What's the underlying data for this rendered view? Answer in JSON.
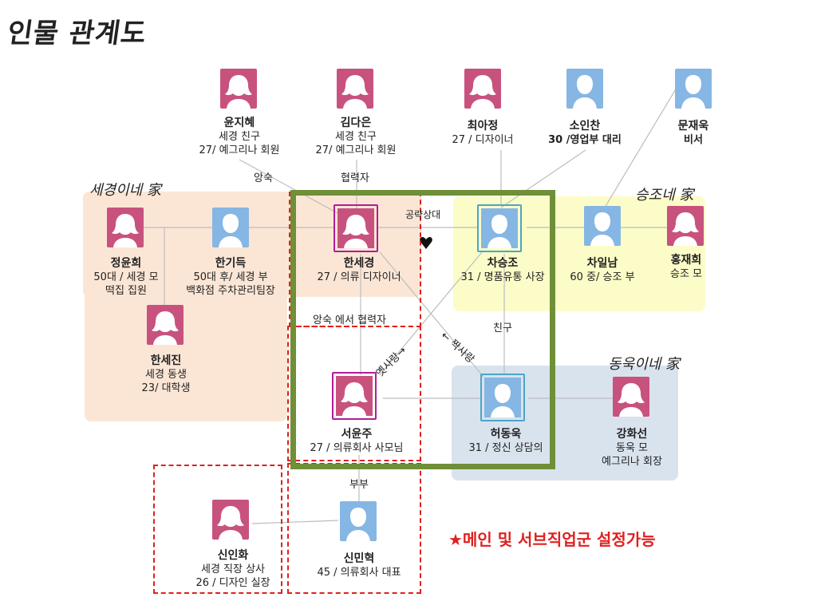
{
  "title": "인물 관계도",
  "families": {
    "sekyung": "세경이네 家",
    "seungjo": "승조네 家",
    "donguk": "동욱이네 家"
  },
  "people": [
    {
      "id": "yoon-jihye",
      "gender": "f",
      "name": "윤지혜",
      "desc": [
        "세경 친구",
        "27/ 예그리나 회원"
      ]
    },
    {
      "id": "kim-daeun",
      "gender": "f",
      "name": "김다은",
      "desc": [
        "세경 친구",
        "27/ 예그리나 회원"
      ]
    },
    {
      "id": "choi-ajung",
      "gender": "f",
      "name": "최아정",
      "desc": [
        "27 / 디자이너"
      ]
    },
    {
      "id": "so-inchan",
      "gender": "m",
      "name": "소인찬",
      "desc": [
        "30 /영업부 대리"
      ]
    },
    {
      "id": "moon-jaeuk",
      "gender": "m",
      "name": "문재욱",
      "desc": [
        "비서"
      ]
    },
    {
      "id": "jung-yunhee",
      "gender": "f",
      "name": "정윤희",
      "desc": [
        "50대 / 세경 모",
        "떡집 집원"
      ]
    },
    {
      "id": "han-kideuk",
      "gender": "m",
      "name": "한기득",
      "desc": [
        "50대 후/ 세경 부",
        "백화점 주차관리팀장"
      ]
    },
    {
      "id": "han-sekyung",
      "gender": "f",
      "name": "한세경",
      "desc": [
        "27 / 의류 디자이너"
      ]
    },
    {
      "id": "cha-seungjo",
      "gender": "m",
      "name": "차승조",
      "desc": [
        "31 / 명품유통 사장"
      ]
    },
    {
      "id": "cha-ilnam",
      "gender": "m",
      "name": "차일남",
      "desc": [
        "60 중/ 승조 부"
      ]
    },
    {
      "id": "hong-jaehee",
      "gender": "f",
      "name": "홍재희",
      "desc": [
        "승조 모"
      ]
    },
    {
      "id": "han-sejin",
      "gender": "f",
      "name": "한세진",
      "desc": [
        "세경 동생",
        "23/ 대학생"
      ]
    },
    {
      "id": "seo-yunju",
      "gender": "f",
      "name": "서윤주",
      "desc": [
        "27 / 의류회사 사모님"
      ]
    },
    {
      "id": "heo-donguk",
      "gender": "m",
      "name": "허동욱",
      "desc": [
        "31 / 정신 상담의"
      ]
    },
    {
      "id": "kang-hwasun",
      "gender": "f",
      "name": "강화선",
      "desc": [
        "동욱 모",
        "예그리나 회장"
      ]
    },
    {
      "id": "shin-inhwa",
      "gender": "f",
      "name": "신인화",
      "desc": [
        "세경 직장 상사",
        "26 / 디자인 실장"
      ]
    },
    {
      "id": "shin-minhyuk",
      "gender": "m",
      "name": "신민혁",
      "desc": [
        "45 / 의류회사 대표"
      ]
    }
  ],
  "relations": {
    "angsuk": "앙숙",
    "helper": "협력자",
    "partner": "공략상대",
    "enemy_to_helper": "앙숙 에서 협력자",
    "friend": "친구",
    "ex_love": "옛사랑→",
    "unrequited": "← 짝사랑",
    "married": "부부"
  },
  "note": "★메인 및 서브직업군 설정가능"
}
